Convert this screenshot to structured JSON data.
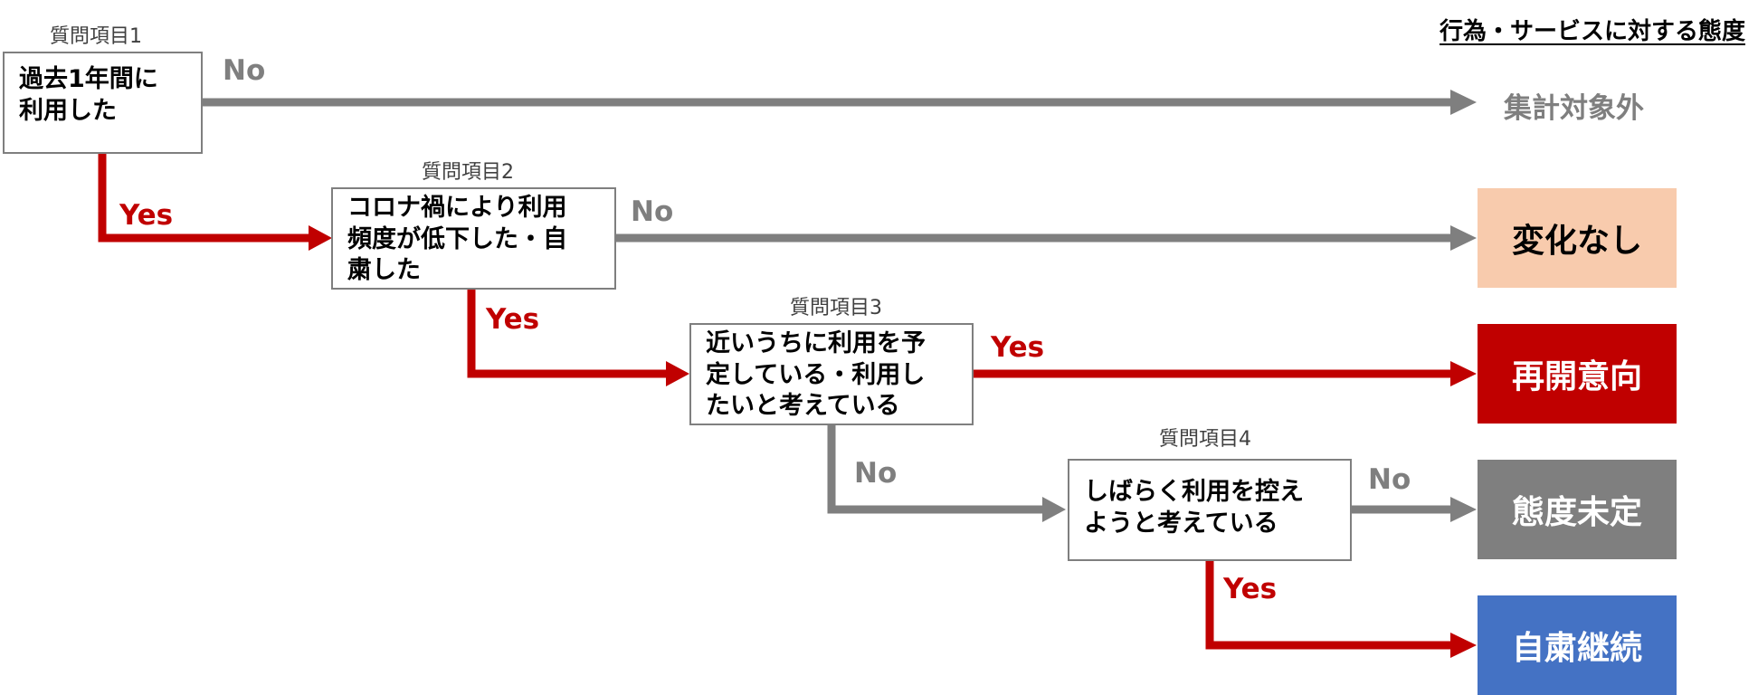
{
  "header": {
    "title": "行為・サービスに対する態度"
  },
  "questions": [
    {
      "label": "質問項目1",
      "lines": [
        "過去1年間に",
        "利用した"
      ]
    },
    {
      "label": "質問項目2",
      "lines": [
        "コロナ禍により利用",
        "頻度が低下した・自",
        "粛した"
      ]
    },
    {
      "label": "質問項目3",
      "lines": [
        "近いうちに利用を予",
        "定している・利用し",
        "たいと考えている"
      ]
    },
    {
      "label": "質問項目4",
      "lines": [
        "しばらく利用を控え",
        "ようと考えている"
      ]
    }
  ],
  "edges": {
    "yes": "Yes",
    "no": "No"
  },
  "outcomes": {
    "excluded": {
      "label": "集計対象外"
    },
    "no_change": {
      "label": "変化なし"
    },
    "resume": {
      "label": "再開意向"
    },
    "undecided": {
      "label": "態度未定"
    },
    "continue_restraint": {
      "label": "自粛継続"
    }
  },
  "colors": {
    "yes_path": "#c00000",
    "no_path": "#7f7f7f",
    "no_change_bg": "#f8cbad",
    "resume_bg": "#c00000",
    "undecided_bg": "#7f7f7f",
    "continue_restraint_bg": "#4472c4"
  }
}
